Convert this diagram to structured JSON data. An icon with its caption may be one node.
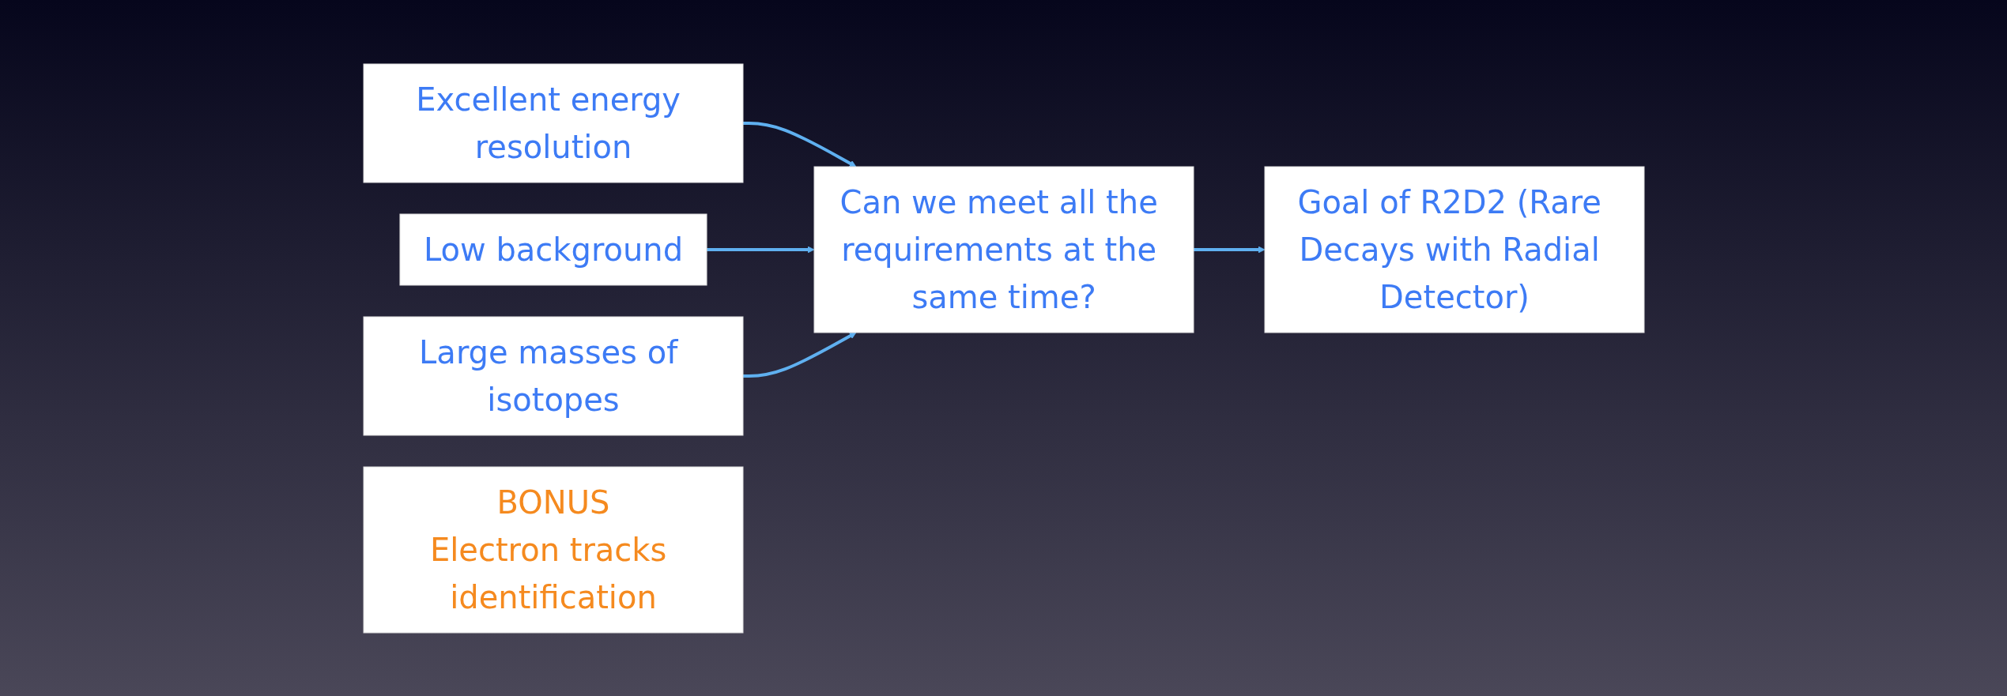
{
  "diagram": {
    "nodes": [
      {
        "text": [
          "Excellent energy resolution"
        ]
      },
      {
        "text": [
          "Low background"
        ]
      },
      {
        "text": [
          "Large masses of isotopes"
        ]
      },
      {
        "text": [
          "Can we meet all the requirements at the same time?"
        ]
      },
      {
        "text": [
          "Goal of R2D2 (Rare Decays with Radial Detector)"
        ]
      },
      {
        "text": [
          "BONUS",
          "Electron tracks identification"
        ]
      }
    ],
    "edges": [
      {
        "from": 0,
        "to": 3,
        "arrow": "to"
      },
      {
        "from": 1,
        "to": 3,
        "arrow": "to"
      },
      {
        "from": 2,
        "to": 3,
        "arrow": "to"
      },
      {
        "from": 3,
        "to": 4,
        "arrow": "to"
      }
    ]
  }
}
